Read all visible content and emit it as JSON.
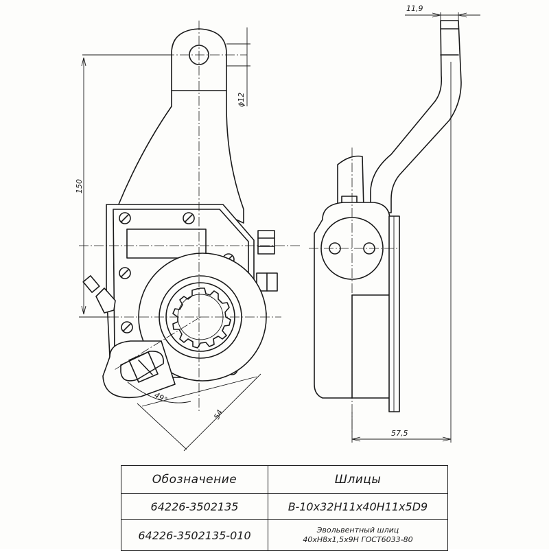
{
  "dimensions": {
    "width_top": "11,9",
    "hole_diameter": "ϕ12",
    "height": "150",
    "angle": "49°",
    "length_54": "54",
    "width_575": "57,5"
  },
  "table": {
    "headers": [
      "Обозначение",
      "Шлицы"
    ],
    "rows": [
      {
        "part": "64226-3502135",
        "spline": [
          "B-10x32H11x40H11x5D9"
        ]
      },
      {
        "part": "64226-3502135-010",
        "spline": [
          "Эвольвентный шлиц",
          "40xH8x1,5x9H ГОСТ6033-80"
        ]
      }
    ]
  }
}
